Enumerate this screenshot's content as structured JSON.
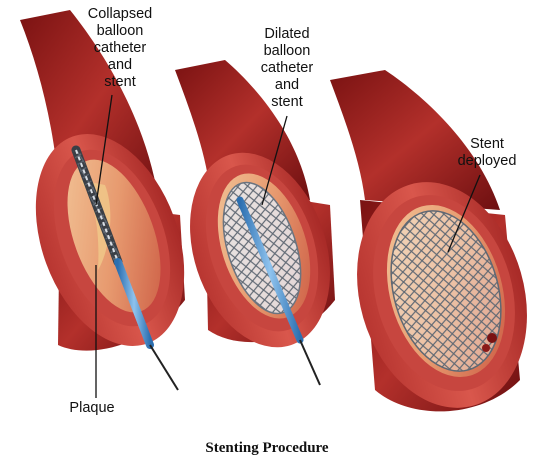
{
  "labels": {
    "collapsed": [
      "Collapsed",
      "balloon",
      "catheter",
      "and",
      "stent"
    ],
    "dilated": [
      "Dilated",
      "balloon",
      "catheter",
      "and",
      "stent"
    ],
    "deployed": [
      "Stent",
      "deployed"
    ],
    "plaque": "Plaque"
  },
  "caption": "Stenting Procedure",
  "colors": {
    "vessel_outer": "#9e1e1c",
    "vessel_wall": "#c8413d",
    "vessel_inner": "#e98f72",
    "plaque": "#e9b877",
    "stent": "#9aa3ae",
    "catheter": "#3f8fd2",
    "leader": "#111111"
  }
}
